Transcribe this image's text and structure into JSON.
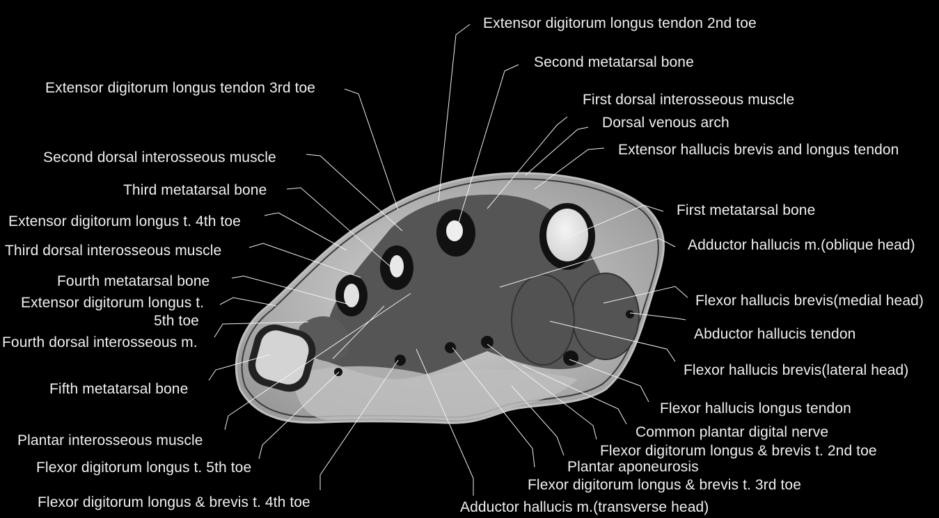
{
  "figure": {
    "description": "Axial MRI cross-section of the foot at metatarsal level with anatomical labels",
    "background": "#000000",
    "label_color": "#f0f0f0"
  },
  "labels": {
    "edl_2nd": "Extensor digitorum longus tendon 2nd toe",
    "second_mt": "Second metatarsal bone",
    "first_dorsal_int": "First dorsal interosseous muscle",
    "dorsal_venous_arch": "Dorsal venous arch",
    "ehb_ehl": "Extensor hallucis brevis and longus tendon",
    "first_mt": "First metatarsal bone",
    "add_hall_oblique": "Adductor hallucis m.(oblique head)",
    "fhb_medial": "Flexor hallucis brevis(medial head)",
    "abd_hall_tendon": "Abductor hallucis tendon",
    "fhb_lateral": "Flexor hallucis brevis(lateral head)",
    "fhl_tendon": "Flexor hallucis longus tendon",
    "common_plantar_nerve": "Common plantar digital nerve",
    "fdl_fdb_2nd": "Flexor digitorum longus & brevis t. 2nd toe",
    "plantar_aponeurosis": "Plantar aponeurosis",
    "fdl_fdb_3rd": "Flexor digitorum longus & brevis t. 3rd toe",
    "add_hall_transverse": "Adductor hallucis m.(transverse head)",
    "edl_3rd": "Extensor digitorum longus tendon 3rd toe",
    "second_dorsal_int": "Second dorsal interosseous muscle",
    "third_mt": "Third metatarsal bone",
    "edl_4th": "Extensor digitorum longus t. 4th toe",
    "third_dorsal_int": "Third dorsal interosseous muscle",
    "fourth_mt": "Fourth metatarsal bone",
    "edl_5th_line1": "Extensor digitorum longus t.",
    "edl_5th_line2": "5th toe",
    "fourth_dorsal_int": "Fourth dorsal interosseous m.",
    "fifth_mt": "Fifth metatarsal bone",
    "plantar_int": "Plantar interosseous muscle",
    "fdl_5th": "Flexor digitorum longus t. 5th toe",
    "fdl_fdb_4th": "Flexor digitorum longus & brevis t. 4th toe"
  }
}
